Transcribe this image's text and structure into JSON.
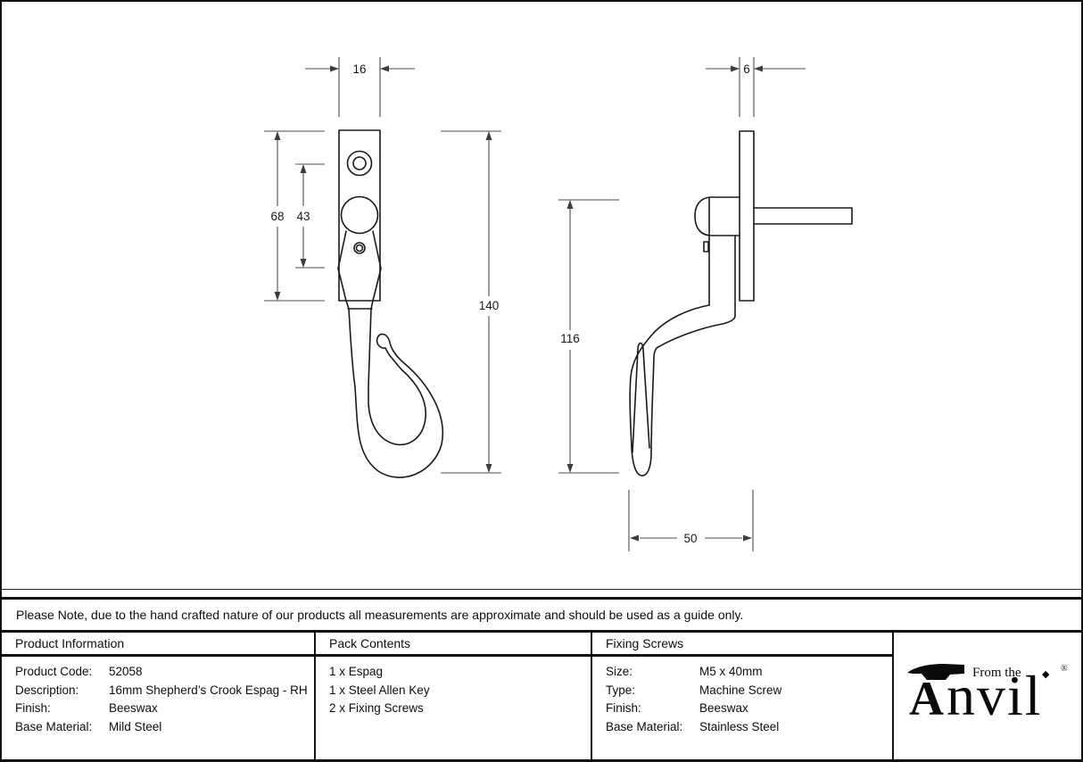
{
  "note": {
    "text": "Please Note, due to the hand crafted nature of our products all measurements are approximate and should be used as a guide only."
  },
  "drawings": {
    "front": {
      "width_mm": "16",
      "plate_height_mm": "68",
      "hole_spacing_mm": "43",
      "overall_height_mm": "140"
    },
    "side": {
      "thickness_mm": "6",
      "handle_height_mm": "116",
      "handle_depth_mm": "50"
    }
  },
  "table": {
    "product_information": {
      "header": "Product Information",
      "rows": [
        {
          "label": "Product Code:",
          "value": "52058"
        },
        {
          "label": "Description:",
          "value": "16mm Shepherd’s Crook Espag - RH"
        },
        {
          "label": "Finish:",
          "value": "Beeswax"
        },
        {
          "label": "Base Material:",
          "value": "Mild Steel"
        }
      ]
    },
    "pack_contents": {
      "header": "Pack Contents",
      "items": [
        "1 x Espag",
        "1 x Steel Allen Key",
        "2 x Fixing Screws"
      ]
    },
    "fixing_screws": {
      "header": "Fixing Screws",
      "rows": [
        {
          "label": "Size:",
          "value": "M5 x 40mm"
        },
        {
          "label": "Type:",
          "value": "Machine Screw"
        },
        {
          "label": "Finish:",
          "value": "Beeswax"
        },
        {
          "label": "Base Material:",
          "value": "Stainless Steel"
        }
      ]
    }
  },
  "logo": {
    "tagline": "From the",
    "brand_initial": "A",
    "brand_rest": "nvil",
    "diamond": "◆",
    "registered": "®"
  },
  "colors": {
    "object_line": "#1a1a1a",
    "dimension_line": "#4d4d4d",
    "border": "#111111",
    "background": "#ffffff"
  }
}
